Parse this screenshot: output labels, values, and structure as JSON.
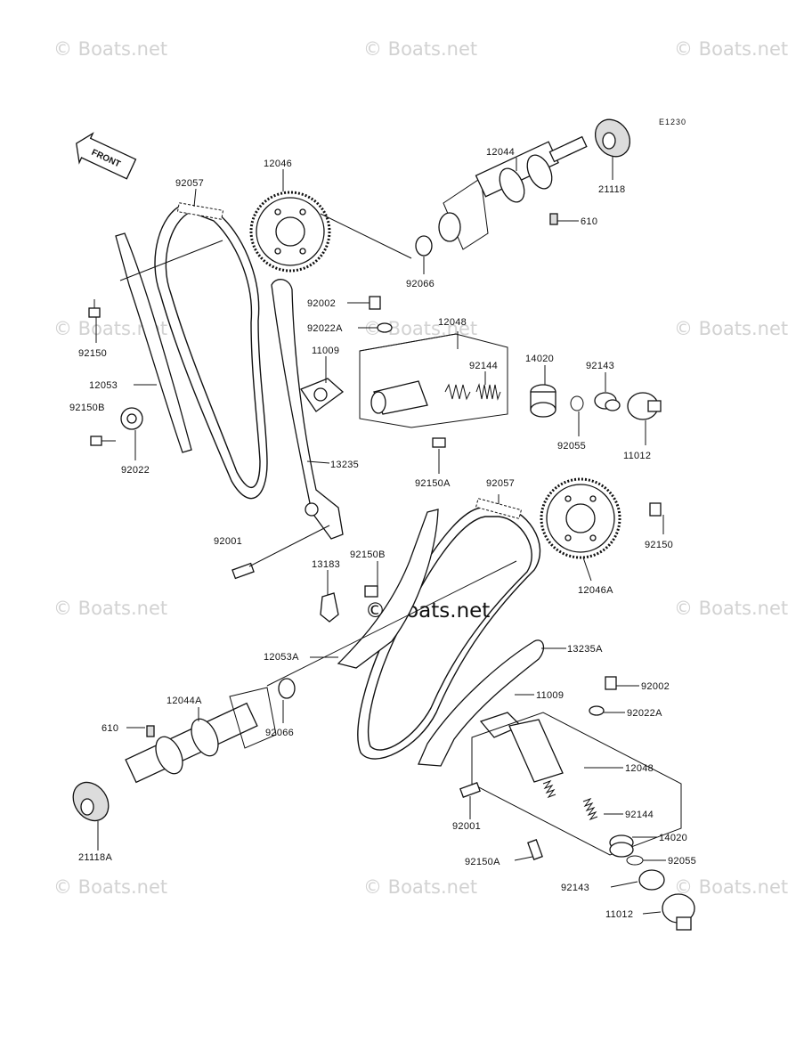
{
  "ref_code": "E1230",
  "front_label": "FRONT",
  "watermark": {
    "text": "© Boats.net",
    "center_text": "© Boats.net"
  },
  "labels": {
    "p12044": "12044",
    "p21118": "21118",
    "p610a": "610",
    "p12046": "12046",
    "p92057a": "92057",
    "p92066a": "92066",
    "p92002a": "92002",
    "p92022Aa": "92022A",
    "p12048a": "12048",
    "p11009a": "11009",
    "p92144a": "92144",
    "p14020a": "14020",
    "p92143a": "92143",
    "p92150a": "92150",
    "p12053": "12053",
    "p92150Ba": "92150B",
    "p92022": "92022",
    "p92055a": "92055",
    "p11012a": "11012",
    "p13235": "13235",
    "p92150Aa": "92150A",
    "p92057b": "92057",
    "p92001a": "92001",
    "p92150Bb": "92150B",
    "p13183": "13183",
    "p92150b": "92150",
    "p12046A": "12046A",
    "p12053A": "12053A",
    "p13235A": "13235A",
    "p12044A": "12044A",
    "p92002b": "92002",
    "p610b": "610",
    "p92066b": "92066",
    "p11009b": "11009",
    "p92022Ab": "92022A",
    "p12048b": "12048",
    "p92001b": "92001",
    "p92144b": "92144",
    "p14020b": "14020",
    "p21118A": "21118A",
    "p92150Ab": "92150A",
    "p92055b": "92055",
    "p92143b": "92143",
    "p11012b": "11012"
  }
}
